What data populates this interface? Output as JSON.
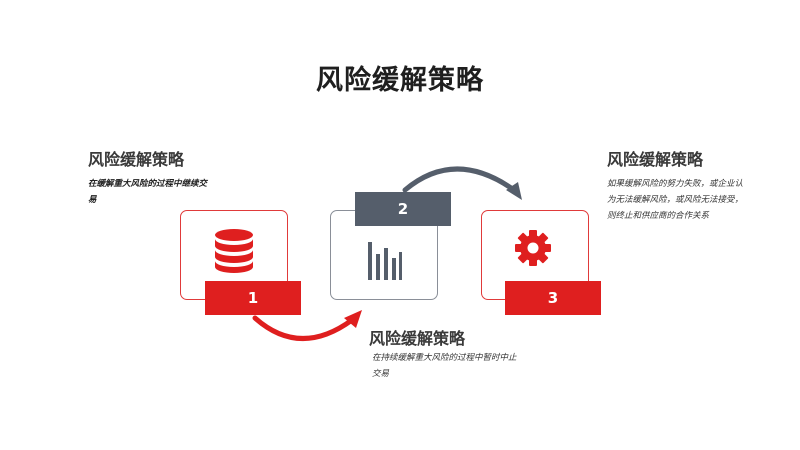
{
  "title": "风险缓解策略",
  "steps": [
    {
      "number": "1",
      "heading": "风险缓解策略",
      "description_line1": "在缓解重大风险的过程中继续交",
      "description_line2": "易",
      "icon": "database-icon",
      "color": "#df1f1f"
    },
    {
      "number": "2",
      "heading": "风险缓解策略",
      "description_line1": "在持续缓解重大风险的过程中暂时中止",
      "description_line2": "交易",
      "icon": "bar-chart-icon",
      "color": "#555e6b"
    },
    {
      "number": "3",
      "heading": "风险缓解策略",
      "description_line1": "如果缓解风险的努力失败，或企业认",
      "description_line2": "为无法缓解风险，或风险无法接受，",
      "description_line3": "则终止和供应商的合作关系",
      "icon": "gear-icon",
      "color": "#df1f1f"
    }
  ],
  "colors": {
    "accent_red": "#df1f1f",
    "slate": "#555e6b",
    "text_dark": "#1f1f1f"
  }
}
